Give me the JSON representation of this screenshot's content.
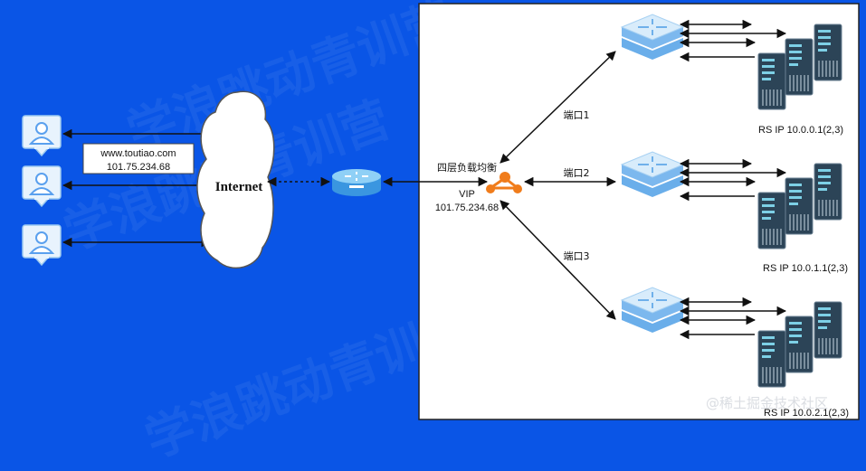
{
  "watermark": "学浪跳动青训营",
  "internet_label": "Internet",
  "domain_box": {
    "line1": "www.toutiao.com",
    "line2": "101.75.234.68"
  },
  "lb": {
    "title": "四层负载均衡",
    "vip_label": "VIP",
    "vip_value": "101.75.234.68"
  },
  "ports": [
    "端口1",
    "端口2",
    "端口3"
  ],
  "rs_labels": [
    "RS IP 10.0.0.1(2,3)",
    "RS IP 10.0.1.1(2,3)",
    "RS IP 10.0.2.1(2,3)"
  ],
  "footer": "@稀土掘金技术社区",
  "colors": {
    "background": "#0a55e6",
    "panel": "#ffffff",
    "user_icon": "#5aa0ee",
    "switch": "#8ec2f3",
    "server": "#2c4457",
    "lb_node": "#f07c1b"
  },
  "icons": {
    "users": "user-card-icon",
    "router": "router-icon",
    "lb": "load-balancer-icon",
    "switch": "switch-icon",
    "server": "server-rack-icon"
  }
}
